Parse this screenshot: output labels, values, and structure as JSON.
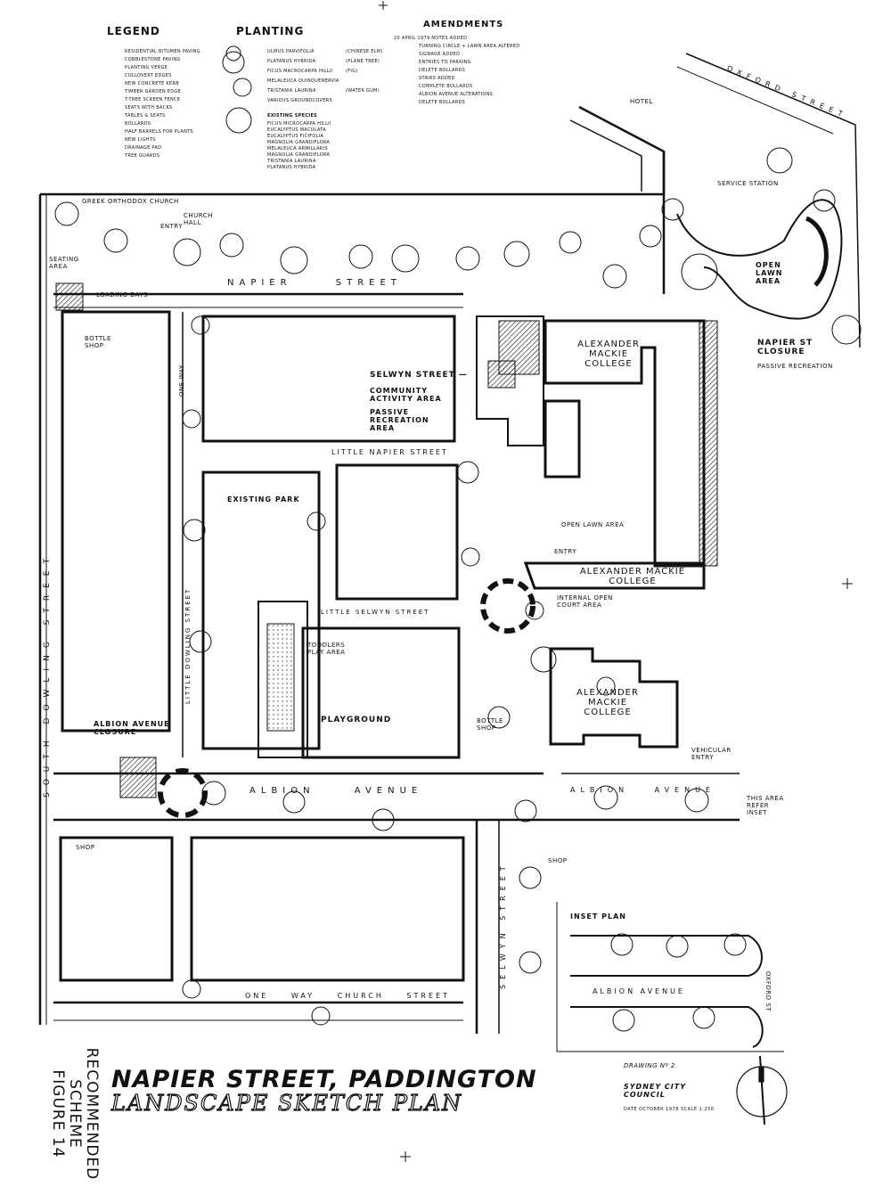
{
  "legend": {
    "title": "LEGEND",
    "items": [
      "RESIDENTIAL BITUMEN PAVING",
      "COBBLESTONE PAVING",
      "PLANTING VERGE",
      "COLLOVERT EDGES",
      "NEW CONCRETE KERB",
      "TIMBER GARDEN EDGE",
      "T-TREE SCREEN FENCE",
      "SEATS WITH BACKS",
      "TABLES & SEATS",
      "BOLLARDS",
      "HALF BARRELS FOR PLANTS",
      "NEW LIGHTS",
      "DRAINAGE PAD",
      "TREE GUARDS"
    ]
  },
  "planting": {
    "title": "PLANTING",
    "items": [
      "ULMUS PARVIFOLIA",
      "PLATANUS HYBRIDA",
      "FICUS MACROCARPA HILLII",
      "MELALEUCA QUINQUENERVIA",
      "TRISTANIA LAURINA",
      "VARIOUS GROUNDCOVERS"
    ],
    "notes": [
      "(CHINESE ELM)",
      "(PLANE TREE)",
      "(FIG)",
      "(WATER GUM)"
    ],
    "existing_title": "EXISTING SPECIES",
    "existing": [
      "FICUS MICROCARPA HILLII",
      "EUCALYPTUS MACULATA",
      "EUCALYPTUS FICIFOLIA",
      "MAGNOLIA GRANDIFLORA",
      "MELALEUCA ARMILLARIS",
      "MAGNOLIA GRANDIFLORA",
      "TRISTANIA LAURINA",
      "PLATANUS HYBRIDA"
    ]
  },
  "amendments": {
    "title": "AMENDMENTS",
    "items": [
      "20 APRIL 1979 NOTES ADDED",
      "TURNING CIRCLE + LAWN AREA ALTERED",
      "SIGNAGE ADDED",
      "ENTRIES TO PARKING",
      "DELETE BOLLARDS",
      "STAIRS ADDED",
      "COMPLETE BOLLARDS",
      "ALBION AVENUE ALTERATIONS",
      "DELETE BOLLARDS"
    ]
  },
  "labels": {
    "hotel": "HOTEL",
    "oxford_street": "OXFORD STREET",
    "service_station": "SERVICE STATION",
    "greek_church": "GREEK ORTHODOX CHURCH",
    "church_hall": "CHURCH HALL",
    "entry": "ENTRY",
    "seating_area": "SEATING AREA",
    "loading_bays": "LOADING BAYS",
    "napier_street": "NAPIER STREET",
    "bottle_shop": "BOTTLE SHOP",
    "one_way": "ONE WAY",
    "selwyn_street": "SELWYN STREET —",
    "community_activity_area": "COMMUNITY ACTIVITY AREA",
    "passive_recreation_area": "PASSIVE RECREATION AREA",
    "alexander_mackie_college": "ALEXANDER MACKIE COLLEGE",
    "open_lawn_area": "OPEN LAWN AREA",
    "napier_st_closure": "NAPIER ST CLOSURE",
    "passive_recreation": "PASSIVE RECREATION",
    "little_napier_street": "LITTLE NAPIER STREET",
    "existing_park": "EXISTING PARK",
    "shop": "SHOP",
    "little_selwyn_street": "LITTLE SELWYN STREET",
    "little_dowling_street": "LITTLE DOWLING STREET",
    "playground": "PLAYGROUND",
    "albion_avenue_closure": "ALBION AVENUE CLOSURE",
    "albion_avenue": "ALBION AVENUE",
    "south_dowling_street": "SOUTH DOWLING STREET",
    "selwyn_street_v": "SELWYN STREET",
    "one_way_church_street": "ONE WAY CHURCH STREET",
    "inset_plan": "INSET PLAN",
    "internal_open_court": "INTERNAL OPEN COURT AREA",
    "vehicular_entry": "VEHICULAR ENTRY",
    "this_area_refer_inset": "THIS AREA REFER INSET",
    "oxford_st_inset": "OXFORD ST",
    "bottle_shop2": "BOTTLE SHOP",
    "toddlers_play": "TODDLERS PLAY AREA"
  },
  "title_block": {
    "title": "NAPIER STREET, PADDINGTON",
    "subtitle": "LANDSCAPE SKETCH PLAN",
    "figure_line1": "RECOMMENDED",
    "figure_line2": "SCHEME",
    "figure_line3": "FIGURE 14",
    "drawing_no": "DRAWING Nº 2",
    "council": "SYDNEY CITY COUNCIL",
    "date": "DATE OCTOBER 1978   SCALE 1:250"
  }
}
